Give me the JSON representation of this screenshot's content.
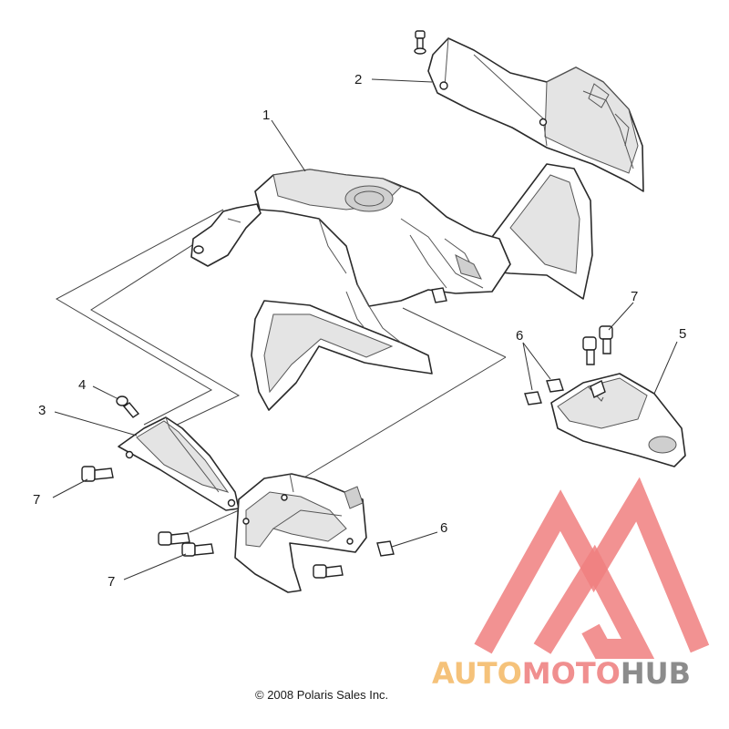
{
  "callouts": [
    {
      "id": "c1",
      "text": "1"
    },
    {
      "id": "c2",
      "text": "2"
    },
    {
      "id": "c3",
      "text": "3"
    },
    {
      "id": "c4",
      "text": "4"
    },
    {
      "id": "c5",
      "text": "5"
    },
    {
      "id": "c6a",
      "text": "6"
    },
    {
      "id": "c6b",
      "text": "6"
    },
    {
      "id": "c7a",
      "text": "7"
    },
    {
      "id": "c7b",
      "text": "7"
    },
    {
      "id": "c7c",
      "text": "7"
    }
  ],
  "copyright": "© 2008 Polaris Sales Inc.",
  "watermark": {
    "word_a": "AUTO",
    "word_b": "MOTO",
    "word_c": "HUB",
    "color_a": "#f5c27a",
    "color_b": "#f08f8f",
    "color_c": "#8c8c8c",
    "triangle_color": "#f07f7f"
  }
}
